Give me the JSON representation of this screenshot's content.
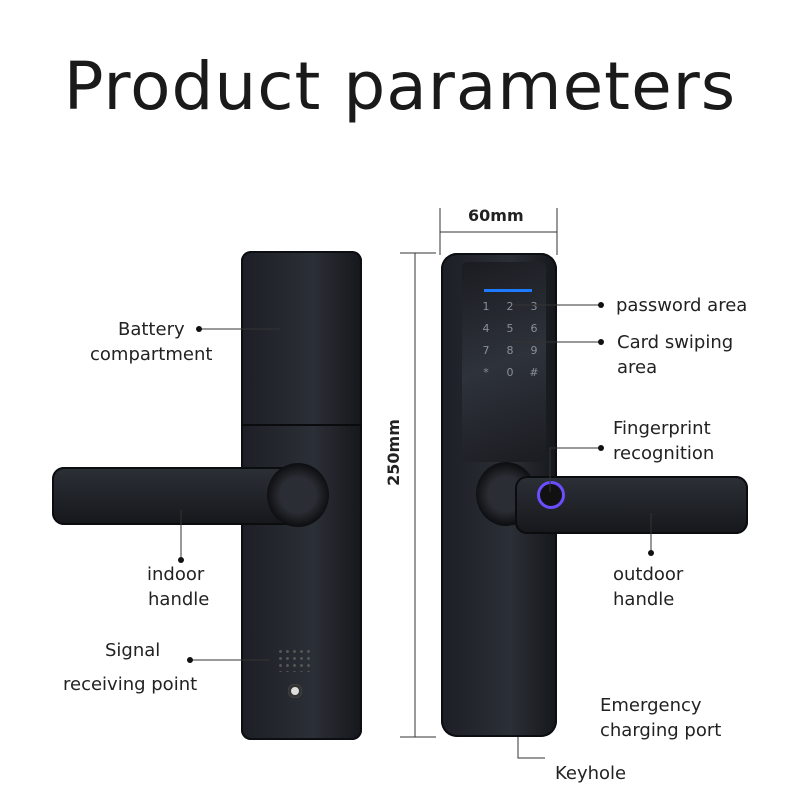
{
  "title": "Product parameters",
  "dimensions": {
    "width": "60mm",
    "height": "250mm"
  },
  "keypad": [
    "1",
    "2",
    "3",
    "4",
    "5",
    "6",
    "7",
    "8",
    "9",
    "*",
    "0",
    "#"
  ],
  "labels": {
    "battery": [
      "Battery",
      "compartment"
    ],
    "indoor": [
      "indoor",
      "handle"
    ],
    "signal": [
      "Signal",
      "receiving point"
    ],
    "password": "password area",
    "card": [
      "Card swiping",
      "area"
    ],
    "fingerprint": [
      "Fingerprint",
      "recognition"
    ],
    "outdoor": [
      "outdoor",
      "handle"
    ],
    "charging": [
      "Emergency",
      "charging port"
    ],
    "keyhole": "Keyhole"
  },
  "colors": {
    "indicator": "#1e7bff",
    "fingerprint_ring": "#6a4dff"
  }
}
